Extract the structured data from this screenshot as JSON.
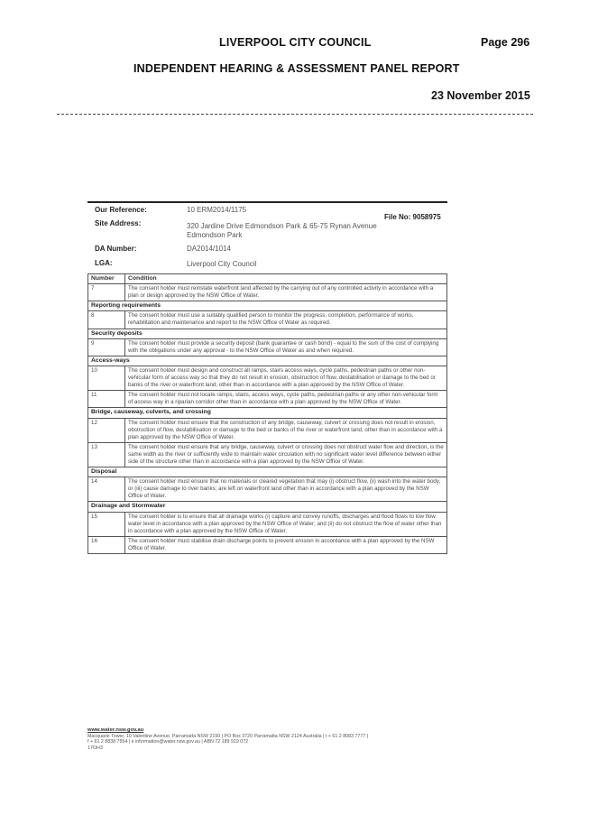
{
  "header": {
    "council": "LIVERPOOL CITY COUNCIL",
    "page": "Page 296",
    "report_title": "INDEPENDENT HEARING & ASSESSMENT PANEL REPORT",
    "date": "23 November 2015"
  },
  "attachment": {
    "meta": {
      "our_reference_label": "Our Reference:",
      "our_reference_value": "10 ERM2014/1175",
      "file_no_label": "File No: 9058975",
      "site_address_label": "Site Address:",
      "site_address_line1": "320 Jardine Drive Edmondson Park & 65-75 Rynan Avenue",
      "site_address_line2": "Edmondson Park",
      "da_number_label": "DA Number:",
      "da_number_value": "DA2014/1014",
      "lga_label": "LGA:",
      "lga_value": "Liverpool City Council"
    },
    "table": {
      "col_number": "Number",
      "col_condition": "Condition",
      "rows": [
        {
          "type": "row",
          "number": "7",
          "text": "The consent holder must reinstate waterfront land affected by the carrying out of any controlled activity in accordance with a plan or design approved by the NSW Office of Water."
        },
        {
          "type": "section",
          "title": "Reporting requirements"
        },
        {
          "type": "row",
          "number": "8",
          "text": "The consent holder must use a suitably qualified person to monitor the progress, completion, performance of works, rehabilitation and maintenance and report to the NSW Office of Water as required."
        },
        {
          "type": "section",
          "title": "Security deposits"
        },
        {
          "type": "row",
          "number": "9",
          "text": "The consent holder must provide a security deposit (bank guarantee or cash bond) - equal to the sum of the cost of complying with the obligations under any approval - to the NSW Office of Water as and when required."
        },
        {
          "type": "section",
          "title": "Access-ways"
        },
        {
          "type": "row",
          "number": "10",
          "text": "The consent holder must design and construct all ramps, stairs access ways, cycle paths, pedestrian paths or other non-vehicular form of access way so that they do not result in erosion, obstruction of flow, destabilisation or damage to the bed or banks of the river or waterfront land, other than in accordance with a plan approved by the NSW Office of Water."
        },
        {
          "type": "row",
          "number": "11",
          "text": "The consent holder must not locate ramps, stairs, access ways, cycle paths, pedestrian paths or any other non-vehicular form of access way in a riparian corridor other than in accordance with a plan approved by the NSW Office of Water."
        },
        {
          "type": "section",
          "title": "Bridge, causeway, culverts, and crossing"
        },
        {
          "type": "row",
          "number": "12",
          "text": "The consent holder must ensure that the construction of any bridge, causeway, culvert or crossing does not result in erosion, obstruction of flow, destabilisation or damage to the bed or banks of the river or waterfront land, other than in accordance with a plan approved by the NSW Office of Water."
        },
        {
          "type": "row",
          "number": "13",
          "text": "The consent holder must ensure that any bridge, causeway, culvert or crossing does not obstruct water flow and direction, is the same width as the river or sufficiently wide to maintain water circulation with no significant water level difference between either side of the structure other than in accordance with a plan approved by the NSW Office of Water."
        },
        {
          "type": "section",
          "title": "Disposal"
        },
        {
          "type": "row",
          "number": "14",
          "text": "The consent holder must ensure that no materials or cleared vegetation that may (i) obstruct flow, (ii) wash into the water body, or (iii) cause damage to river banks; are left on waterfront land other than in accordance with a plan approved by the NSW Office of Water."
        },
        {
          "type": "section",
          "title": "Drainage and Stormwater"
        },
        {
          "type": "row",
          "number": "15",
          "text": "The consent holder is to ensure that all drainage works (i) capture and convey runoffs, discharges and flood flows to low flow water level in accordance with a plan approved by the NSW Office of Water; and (ii) do not obstruct the flow of water other than in accordance with a plan approved by the NSW Office of Water."
        },
        {
          "type": "row",
          "number": "16",
          "text": "The consent holder must stabilise drain discharge points to prevent erosion in accordance with a plan approved by the NSW Office of Water."
        }
      ]
    },
    "footer": {
      "url": "www.water.nsw.gov.au",
      "line1": "Macquarie Tower, 10 Valentine Avenue, Parramatta NSW 2150 | PO Box 3720 Parramatta NSW 2124 Australia | t + 61 2 8083 7777 |",
      "line2": "f + 61 2 8838 7554 | e information@water.nsw.gov.au | ABN 72 189 919 072",
      "line3": "17OH3"
    }
  }
}
